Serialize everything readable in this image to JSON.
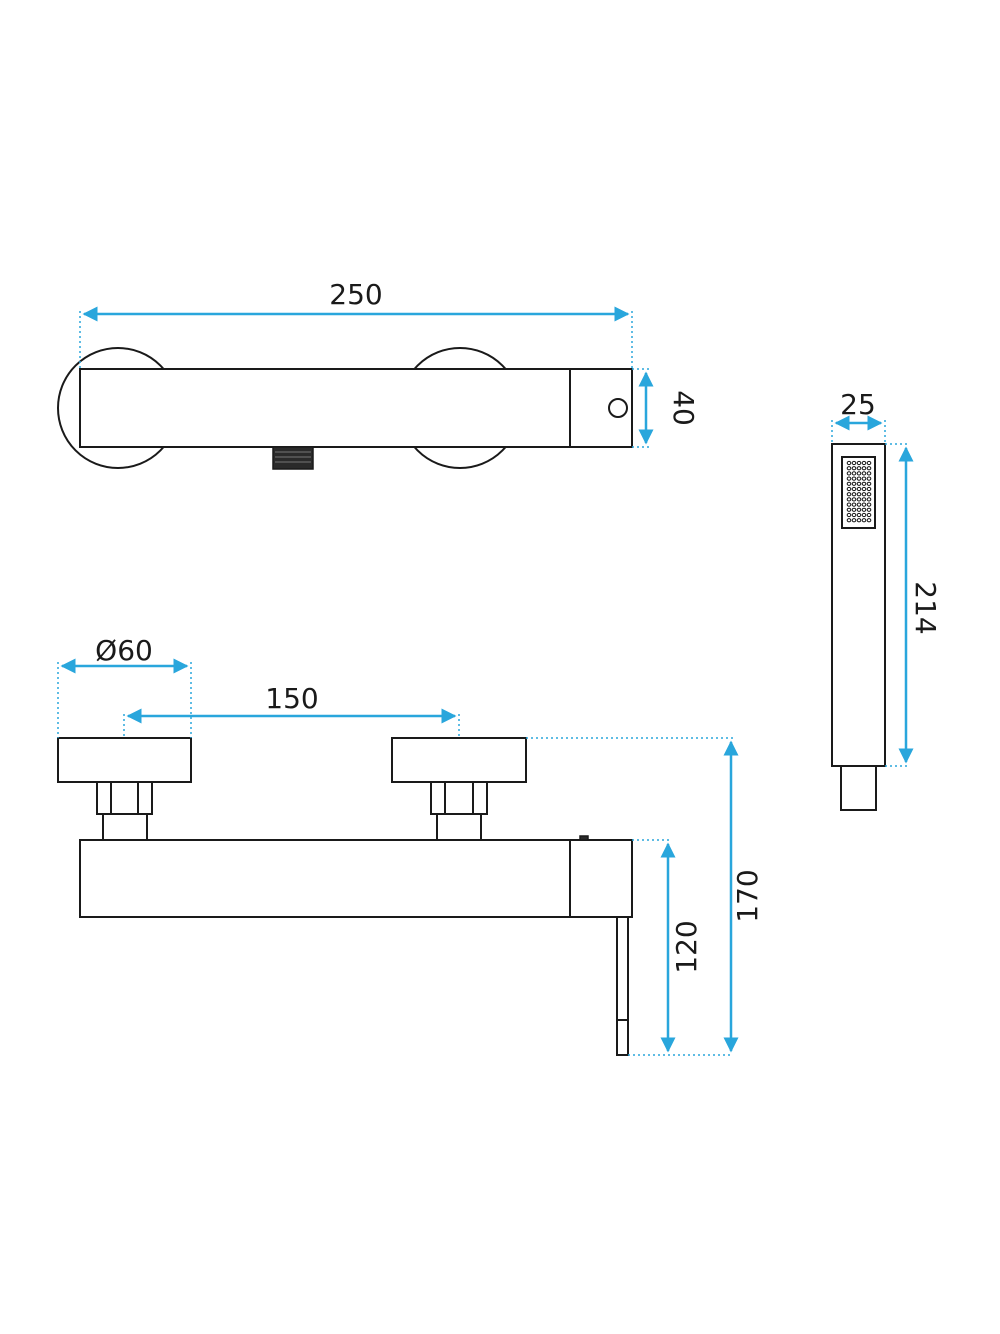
{
  "dimensions": {
    "top_width": "250",
    "top_height": "40",
    "diameter": "Ø60",
    "spacing": "150",
    "height_total": "170",
    "height_handle": "120",
    "shower_width": "25",
    "shower_length": "214"
  },
  "colors": {
    "dimension_line": "#29a6dc",
    "outline": "#1a1a1a"
  }
}
